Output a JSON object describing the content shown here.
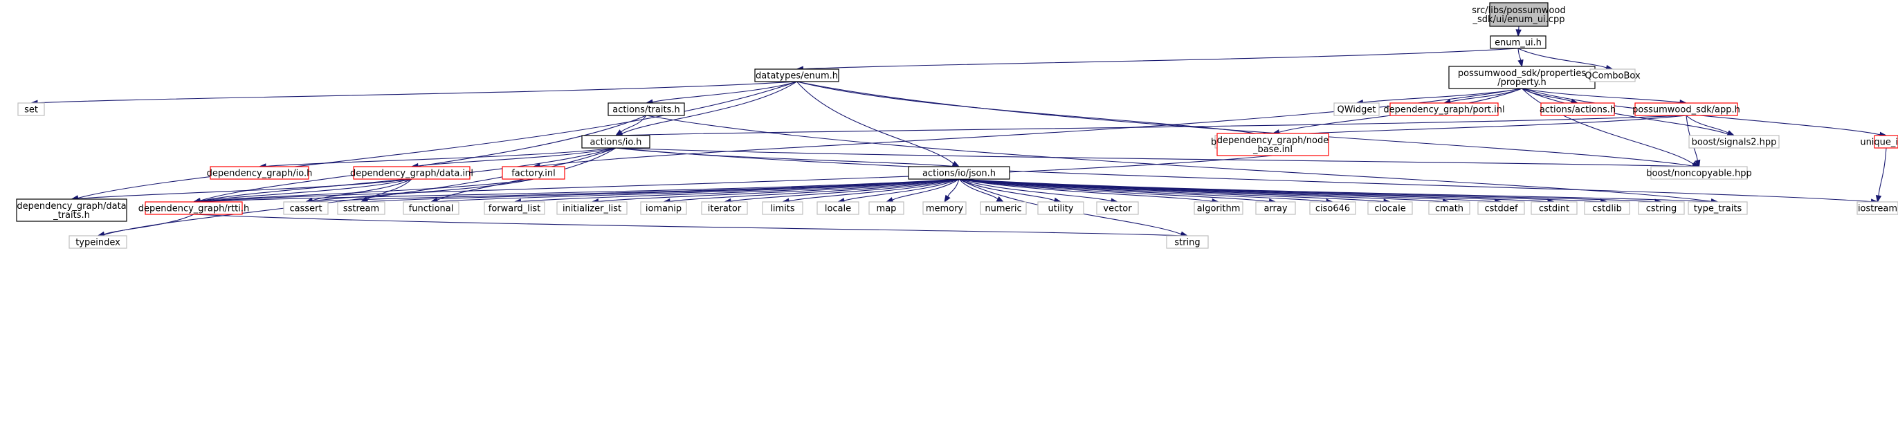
{
  "colors": {
    "edge": "#191970",
    "root_fill": "#bfbfbf",
    "border_documented": "#000000",
    "border_undocumented": "#ff0000",
    "border_external": "#bfbfbf"
  },
  "nodes": [
    {
      "id": "root",
      "lines": [
        "src/libs/possumwood",
        "_sdk/ui/enum_ui.cpp"
      ],
      "style": "root"
    },
    {
      "id": "enum_ui",
      "lines": [
        "enum_ui.h"
      ],
      "style": "documented"
    },
    {
      "id": "datatypes_enum",
      "lines": [
        "datatypes/enum.h"
      ],
      "style": "documented"
    },
    {
      "id": "property",
      "lines": [
        "possumwood_sdk/properties",
        "/property.h"
      ],
      "style": "documented"
    },
    {
      "id": "qcombobox",
      "lines": [
        "QComboBox"
      ],
      "style": "external"
    },
    {
      "id": "set",
      "lines": [
        "set"
      ],
      "style": "external"
    },
    {
      "id": "traits",
      "lines": [
        "actions/traits.h"
      ],
      "style": "documented"
    },
    {
      "id": "qwidget",
      "lines": [
        "QWidget"
      ],
      "style": "external"
    },
    {
      "id": "port",
      "lines": [
        "dependency_graph/port.inl"
      ],
      "style": "undocumented"
    },
    {
      "id": "actions_actions",
      "lines": [
        "actions/actions.h"
      ],
      "style": "undocumented"
    },
    {
      "id": "app",
      "lines": [
        "possumwood_sdk/app.h"
      ],
      "style": "undocumented"
    },
    {
      "id": "unique_id",
      "lines": [
        "unique_id.h"
      ],
      "style": "undocumented"
    },
    {
      "id": "io",
      "lines": [
        "actions/io.h"
      ],
      "style": "documented"
    },
    {
      "id": "path",
      "lines": [
        "boost/filesystem/path.hpp"
      ],
      "style": "external"
    },
    {
      "id": "node_base",
      "lines": [
        "dependency_graph/node",
        "_base.inl"
      ],
      "style": "undocumented"
    },
    {
      "id": "signals2",
      "lines": [
        "boost/signals2.hpp"
      ],
      "style": "external"
    },
    {
      "id": "dg_io",
      "lines": [
        "dependency_graph/io.h"
      ],
      "style": "undocumented"
    },
    {
      "id": "dg_data",
      "lines": [
        "dependency_graph/data.inl"
      ],
      "style": "undocumented"
    },
    {
      "id": "factory",
      "lines": [
        "factory.inl"
      ],
      "style": "undocumented"
    },
    {
      "id": "json",
      "lines": [
        "actions/io/json.h"
      ],
      "style": "documented"
    },
    {
      "id": "noncopyable",
      "lines": [
        "boost/noncopyable.hpp"
      ],
      "style": "external"
    },
    {
      "id": "data_traits",
      "lines": [
        "dependency_graph/data",
        "_traits.h"
      ],
      "style": "documented"
    },
    {
      "id": "rtti",
      "lines": [
        "dependency_graph/rtti.h"
      ],
      "style": "undocumented"
    },
    {
      "id": "cassert",
      "lines": [
        "cassert"
      ],
      "style": "external"
    },
    {
      "id": "sstream",
      "lines": [
        "sstream"
      ],
      "style": "external"
    },
    {
      "id": "functional",
      "lines": [
        "functional"
      ],
      "style": "external"
    },
    {
      "id": "forward_list",
      "lines": [
        "forward_list"
      ],
      "style": "external"
    },
    {
      "id": "initializer_list",
      "lines": [
        "initializer_list"
      ],
      "style": "external"
    },
    {
      "id": "iomanip",
      "lines": [
        "iomanip"
      ],
      "style": "external"
    },
    {
      "id": "iterator",
      "lines": [
        "iterator"
      ],
      "style": "external"
    },
    {
      "id": "limits",
      "lines": [
        "limits"
      ],
      "style": "external"
    },
    {
      "id": "locale",
      "lines": [
        "locale"
      ],
      "style": "external"
    },
    {
      "id": "map",
      "lines": [
        "map"
      ],
      "style": "external"
    },
    {
      "id": "memory",
      "lines": [
        "memory"
      ],
      "style": "external"
    },
    {
      "id": "numeric",
      "lines": [
        "numeric"
      ],
      "style": "external"
    },
    {
      "id": "utility",
      "lines": [
        "utility"
      ],
      "style": "external"
    },
    {
      "id": "vector",
      "lines": [
        "vector"
      ],
      "style": "external"
    },
    {
      "id": "algorithm",
      "lines": [
        "algorithm"
      ],
      "style": "external"
    },
    {
      "id": "array",
      "lines": [
        "array"
      ],
      "style": "external"
    },
    {
      "id": "ciso646",
      "lines": [
        "ciso646"
      ],
      "style": "external"
    },
    {
      "id": "clocale",
      "lines": [
        "clocale"
      ],
      "style": "external"
    },
    {
      "id": "cmath",
      "lines": [
        "cmath"
      ],
      "style": "external"
    },
    {
      "id": "cstddef",
      "lines": [
        "cstddef"
      ],
      "style": "external"
    },
    {
      "id": "cstdint",
      "lines": [
        "cstdint"
      ],
      "style": "external"
    },
    {
      "id": "cstdlib",
      "lines": [
        "cstdlib"
      ],
      "style": "external"
    },
    {
      "id": "cstring",
      "lines": [
        "cstring"
      ],
      "style": "external"
    },
    {
      "id": "type_traits",
      "lines": [
        "type_traits"
      ],
      "style": "external"
    },
    {
      "id": "iostream",
      "lines": [
        "iostream"
      ],
      "style": "external"
    },
    {
      "id": "typeindex",
      "lines": [
        "typeindex"
      ],
      "style": "external"
    },
    {
      "id": "string",
      "lines": [
        "string"
      ],
      "style": "external"
    }
  ],
  "edges": [
    [
      "root",
      "enum_ui"
    ],
    [
      "enum_ui",
      "datatypes_enum"
    ],
    [
      "enum_ui",
      "property"
    ],
    [
      "enum_ui",
      "qcombobox"
    ],
    [
      "datatypes_enum",
      "set"
    ],
    [
      "datatypes_enum",
      "traits"
    ],
    [
      "datatypes_enum",
      "io"
    ],
    [
      "datatypes_enum",
      "json"
    ],
    [
      "datatypes_enum",
      "data_traits"
    ],
    [
      "datatypes_enum",
      "path"
    ],
    [
      "datatypes_enum",
      "noncopyable"
    ],
    [
      "property",
      "qwidget"
    ],
    [
      "property",
      "port"
    ],
    [
      "property",
      "actions_actions"
    ],
    [
      "property",
      "app"
    ],
    [
      "property",
      "unique_id"
    ],
    [
      "property",
      "node_base"
    ],
    [
      "property",
      "signals2"
    ],
    [
      "property",
      "noncopyable"
    ],
    [
      "property",
      "factory"
    ],
    [
      "traits",
      "io"
    ],
    [
      "traits",
      "rtti"
    ],
    [
      "traits",
      "type_traits"
    ],
    [
      "app",
      "io"
    ],
    [
      "app",
      "path"
    ],
    [
      "app",
      "signals2"
    ],
    [
      "app",
      "noncopyable"
    ],
    [
      "unique_id",
      "iostream"
    ],
    [
      "io",
      "dg_io"
    ],
    [
      "io",
      "dg_data"
    ],
    [
      "io",
      "json"
    ],
    [
      "io",
      "functional"
    ],
    [
      "io",
      "typeindex"
    ],
    [
      "io",
      "noncopyable"
    ],
    [
      "io",
      "iostream"
    ],
    [
      "io",
      "rtti"
    ],
    [
      "node_base",
      "rtti"
    ],
    [
      "dg_data",
      "data_traits"
    ],
    [
      "dg_data",
      "rtti"
    ],
    [
      "dg_data",
      "cassert"
    ],
    [
      "dg_data",
      "sstream"
    ],
    [
      "factory",
      "rtti"
    ],
    [
      "factory",
      "cassert"
    ],
    [
      "json",
      "cassert"
    ],
    [
      "json",
      "sstream"
    ],
    [
      "json",
      "functional"
    ],
    [
      "json",
      "forward_list"
    ],
    [
      "json",
      "initializer_list"
    ],
    [
      "json",
      "iomanip"
    ],
    [
      "json",
      "iterator"
    ],
    [
      "json",
      "limits"
    ],
    [
      "json",
      "locale"
    ],
    [
      "json",
      "map"
    ],
    [
      "json",
      "memory"
    ],
    [
      "json",
      "numeric"
    ],
    [
      "json",
      "utility"
    ],
    [
      "json",
      "vector"
    ],
    [
      "json",
      "algorithm"
    ],
    [
      "json",
      "array"
    ],
    [
      "json",
      "ciso646"
    ],
    [
      "json",
      "clocale"
    ],
    [
      "json",
      "cmath"
    ],
    [
      "json",
      "cstddef"
    ],
    [
      "json",
      "cstdint"
    ],
    [
      "json",
      "cstdlib"
    ],
    [
      "json",
      "cstring"
    ],
    [
      "json",
      "type_traits"
    ],
    [
      "json",
      "string"
    ],
    [
      "json",
      "rtti"
    ],
    [
      "rtti",
      "typeindex"
    ],
    [
      "rtti",
      "string"
    ]
  ]
}
